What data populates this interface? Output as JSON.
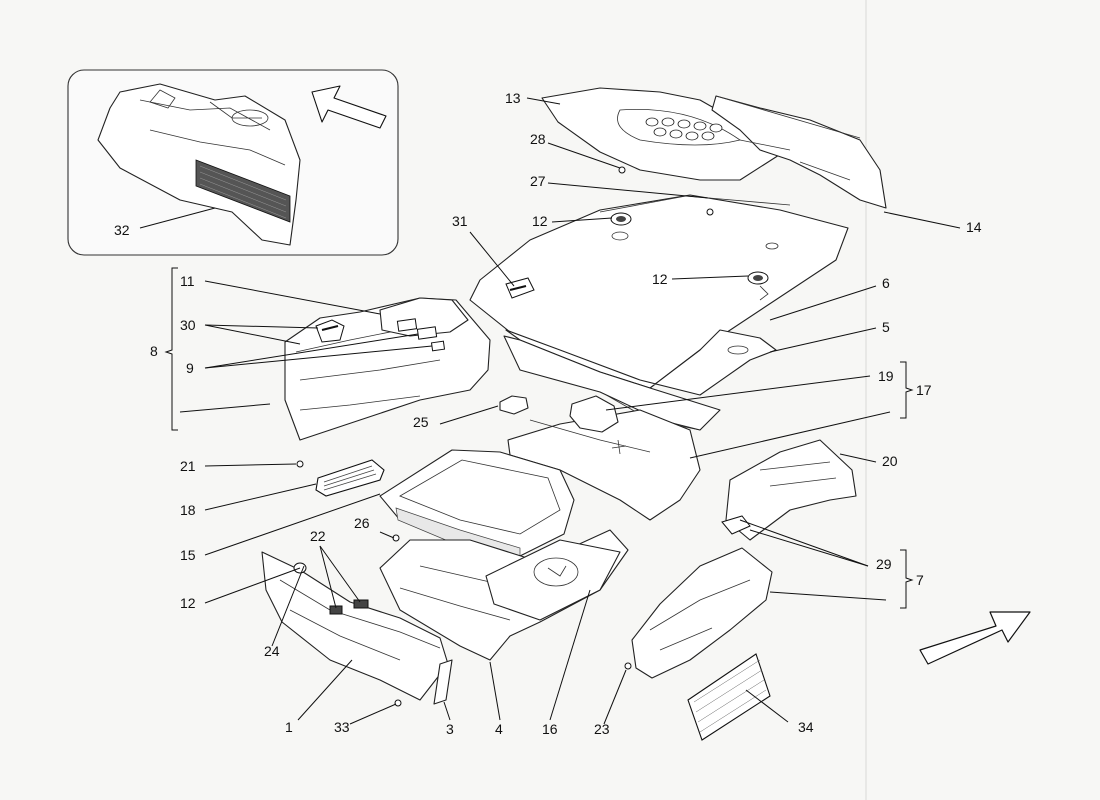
{
  "diagram": {
    "labels": {
      "l1": "1",
      "l3": "3",
      "l4": "4",
      "l5": "5",
      "l6": "6",
      "l7": "7",
      "l8": "8",
      "l9": "9",
      "l11": "11",
      "l12a": "12",
      "l12b": "12",
      "l12c": "12",
      "l13": "13",
      "l14": "14",
      "l15": "15",
      "l16": "16",
      "l17": "17",
      "l18": "18",
      "l19": "19",
      "l20": "20",
      "l21": "21",
      "l22": "22",
      "l23": "23",
      "l24": "24",
      "l25": "25",
      "l26": "26",
      "l27": "27",
      "l28": "28",
      "l29": "29",
      "l30": "30",
      "l31": "31",
      "l32": "32",
      "l33": "33",
      "l34": "34"
    },
    "icons": {
      "inset_direction": "arrow-up-left-icon",
      "main_direction": "arrow-up-right-icon"
    }
  }
}
